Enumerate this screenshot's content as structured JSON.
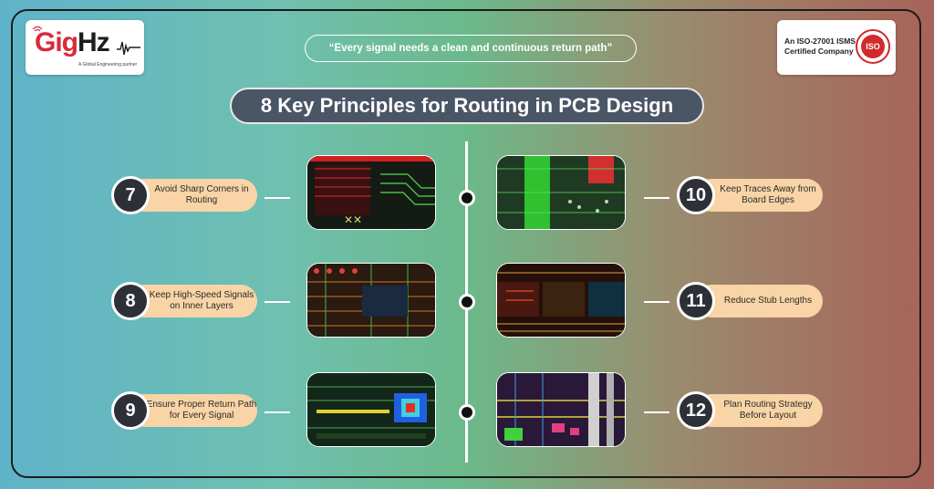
{
  "logo": {
    "brand_left": "Gig",
    "brand_right": "Hz",
    "tagline": "A Global Engineering partner"
  },
  "certification": {
    "text": "An ISO-27001 ISMS Certified Company",
    "seal": "ISO"
  },
  "quote": "“Every signal needs a clean and continuous return path”",
  "title": "8 Key Principles for Routing in PCB Design",
  "principles": {
    "p7": {
      "number": "7",
      "label": "Avoid Sharp Corners in Routing"
    },
    "p8": {
      "number": "8",
      "label": "Keep High-Speed Signals on Inner Layers"
    },
    "p9": {
      "number": "9",
      "label": "Ensure Proper Return Path for Every Signal"
    },
    "p10": {
      "number": "10",
      "label": "Keep Traces Away from Board Edges"
    },
    "p11": {
      "number": "11",
      "label": "Reduce Stub Lengths"
    },
    "p12": {
      "number": "12",
      "label": "Plan Routing Strategy Before Layout"
    }
  },
  "colors": {
    "label_bg": "#f8d4a6",
    "number_bg": "#2e3038",
    "title_bg": "#4a5566",
    "brand_red": "#d92a3a"
  }
}
